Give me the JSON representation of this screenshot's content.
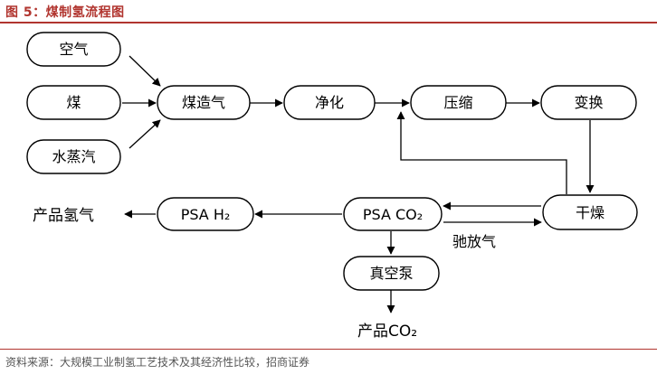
{
  "title": "图 5：煤制氢流程图",
  "source": "资料来源：大规模工业制氢工艺技术及其经济性比较，招商证券",
  "nodes": {
    "air": "空气",
    "coal": "煤",
    "steam": "水蒸汽",
    "syngas": "煤造气",
    "purify": "净化",
    "compress": "压缩",
    "shift": "变换",
    "dry": "干燥",
    "psa_co2": "PSA CO₂",
    "psa_h2": "PSA H₂",
    "vacuum_pump": "真空泵"
  },
  "labels": {
    "product_h2": "产品氢气",
    "product_co2": "产品CO₂",
    "offgas": "驰放气"
  }
}
